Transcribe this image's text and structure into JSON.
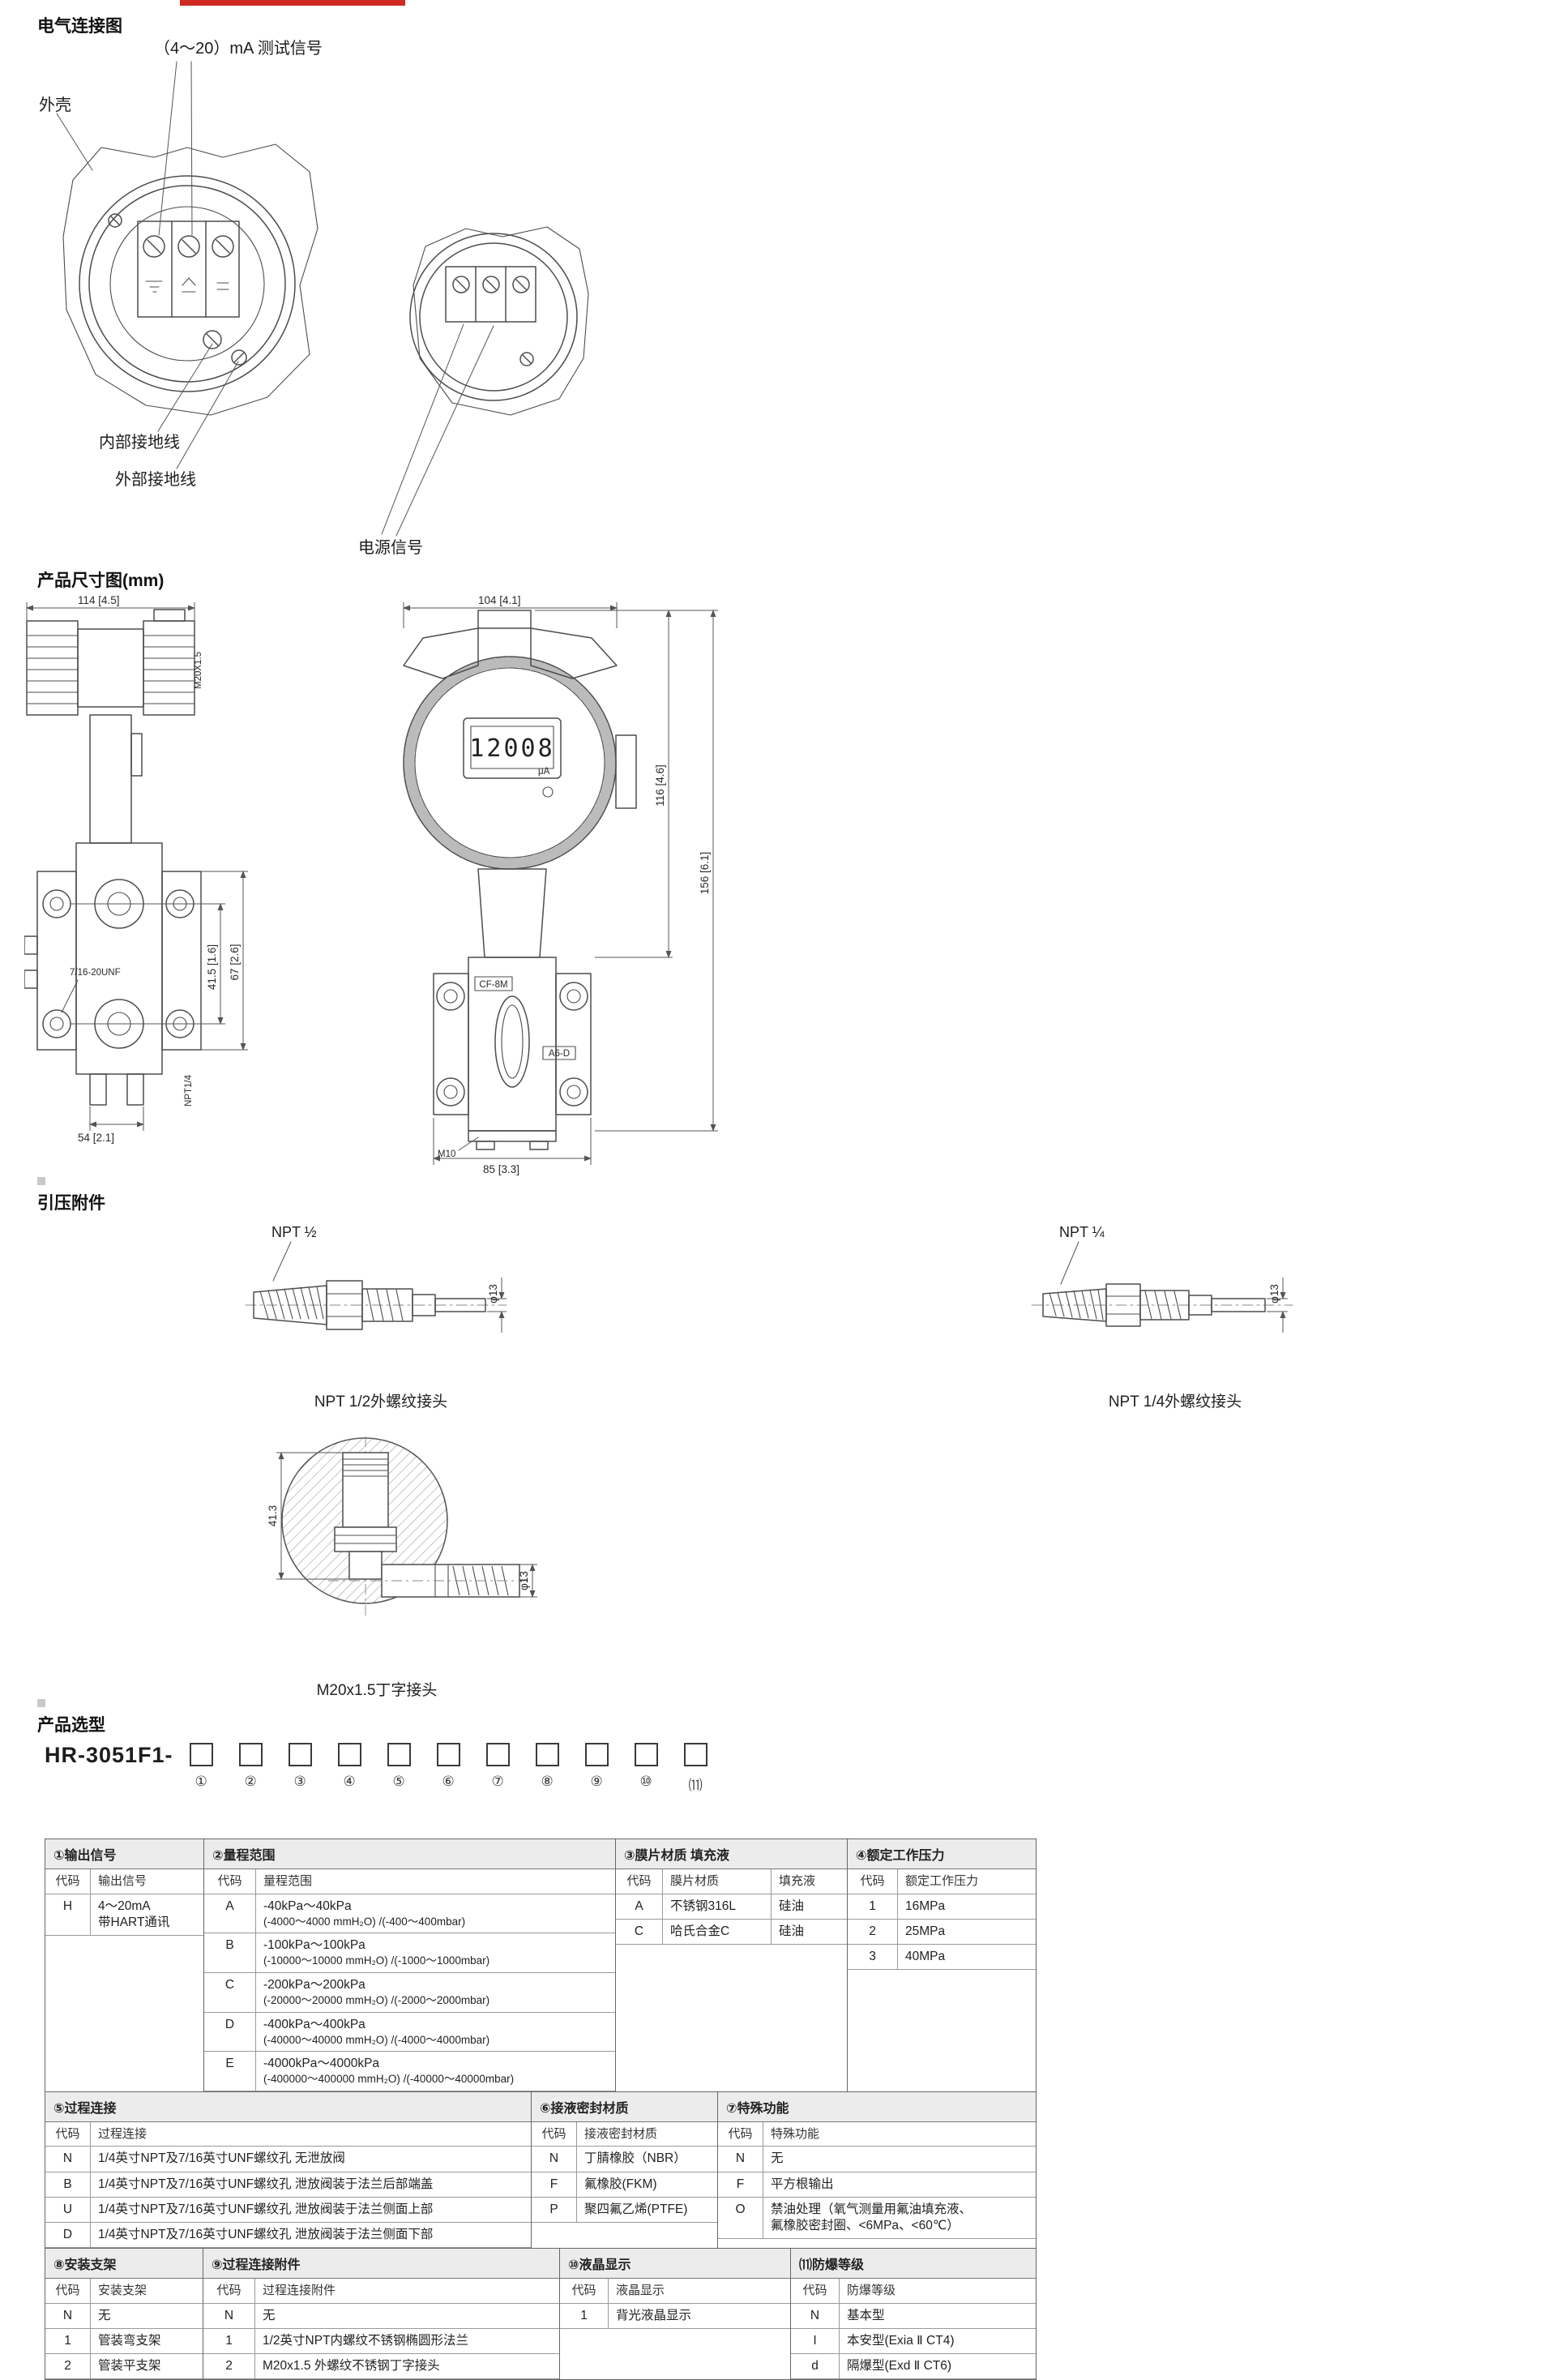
{
  "electrical": {
    "title": "电气连接图",
    "test_signal": "（4～20）mA 测试信号",
    "shell": "外壳",
    "internal_ground": "内部接地线",
    "external_ground": "外部接地线",
    "power_signal": "电源信号"
  },
  "dims": {
    "title": "产品尺寸图(mm)",
    "front_width": "114 [4.5]",
    "front_thread": "M20X1.5",
    "front_bolt": "7/16-20UNF",
    "front_h1": "41.5 [1.6]",
    "front_h2": "67 [2.6]",
    "front_bottom": "54 [2.1]",
    "front_npt": "NPT1/4",
    "side_width": "104 [4.1]",
    "lcd": "12008",
    "lcd_unit": "μA",
    "side_h1": "116 [4.6]",
    "side_h2": "156 [6.1]",
    "tag1": "CF-8M",
    "tag2": "A6-D",
    "m10": "M10",
    "side_bottom": "85 [3.3]"
  },
  "fittings": {
    "title": "引压附件",
    "npt12_label": "NPT ½",
    "npt14_label": "NPT ¼",
    "dia": "φ13",
    "m20_height": "41.3",
    "npt12_caption": "NPT 1/2外螺纹接头",
    "npt14_caption": "NPT 1/4外螺纹接头",
    "m20_caption": "M20x1.5丁字接头"
  },
  "selection": {
    "title": "产品选型",
    "model": "HR-3051F1-",
    "positions": [
      "①",
      "②",
      "③",
      "④",
      "⑤",
      "⑥",
      "⑦",
      "⑧",
      "⑨",
      "⑩",
      "⑾"
    ]
  },
  "table": {
    "s1": {
      "title": "①输出信号",
      "headers": [
        "代码",
        "输出信号"
      ],
      "rows": [
        [
          "H",
          "4～20mA",
          "带HART通讯"
        ]
      ]
    },
    "s2": {
      "title": "②量程范围",
      "headers": [
        "代码",
        "量程范围"
      ],
      "rows": [
        [
          "A",
          "-40kPa～40kPa",
          "(-4000～4000 mmH₂O)  /(-400～400mbar)"
        ],
        [
          "B",
          "-100kPa～100kPa",
          "(-10000～10000 mmH₂O) /(-1000～1000mbar)"
        ],
        [
          "C",
          "-200kPa～200kPa",
          "(-20000～20000 mmH₂O) /(-2000～2000mbar)"
        ],
        [
          "D",
          "-400kPa～400kPa",
          "(-40000～40000 mmH₂O) /(-4000～4000mbar)"
        ],
        [
          "E",
          "-4000kPa～4000kPa",
          "(-400000～400000 mmH₂O) /(-40000～40000mbar)"
        ]
      ]
    },
    "s3": {
      "title": "③膜片材质  填充液",
      "headers": [
        "代码",
        "膜片材质",
        "填充液"
      ],
      "rows": [
        [
          "A",
          "不锈钢316L",
          "硅油"
        ],
        [
          "C",
          "哈氏合金C",
          "硅油"
        ]
      ]
    },
    "s4": {
      "title": "④额定工作压力",
      "headers": [
        "代码",
        "额定工作压力"
      ],
      "rows": [
        [
          "1",
          "16MPa"
        ],
        [
          "2",
          "25MPa"
        ],
        [
          "3",
          "40MPa"
        ]
      ]
    },
    "s5": {
      "title": "⑤过程连接",
      "headers": [
        "代码",
        "过程连接"
      ],
      "rows": [
        [
          "N",
          "1/4英寸NPT及7/16英寸UNF螺纹孔 无泄放阀"
        ],
        [
          "B",
          "1/4英寸NPT及7/16英寸UNF螺纹孔 泄放阀装于法兰后部端盖"
        ],
        [
          "U",
          "1/4英寸NPT及7/16英寸UNF螺纹孔 泄放阀装于法兰侧面上部"
        ],
        [
          "D",
          "1/4英寸NPT及7/16英寸UNF螺纹孔 泄放阀装于法兰侧面下部"
        ]
      ]
    },
    "s6": {
      "title": "⑥接液密封材质",
      "headers": [
        "代码",
        "接液密封材质"
      ],
      "rows": [
        [
          "N",
          "丁腈橡胶（NBR）"
        ],
        [
          "F",
          "氟橡胶(FKM)"
        ],
        [
          "P",
          "聚四氟乙烯(PTFE)"
        ]
      ]
    },
    "s7": {
      "title": "⑦特殊功能",
      "headers": [
        "代码",
        "特殊功能"
      ],
      "rows": [
        [
          "N",
          "无"
        ],
        [
          "F",
          "平方根输出"
        ],
        [
          "O",
          "禁油处理（氧气测量用氟油填充液、",
          "氟橡胶密封圈、<6MPa、<60℃）"
        ]
      ]
    },
    "s8": {
      "title": "⑧安装支架",
      "headers": [
        "代码",
        "安装支架"
      ],
      "rows": [
        [
          "N",
          "无"
        ],
        [
          "1",
          "管装弯支架"
        ],
        [
          "2",
          "管装平支架"
        ]
      ]
    },
    "s9": {
      "title": "⑨过程连接附件",
      "headers": [
        "代码",
        "过程连接附件"
      ],
      "rows": [
        [
          "N",
          "无"
        ],
        [
          "1",
          "1/2英寸NPT内螺纹不锈钢椭圆形法兰"
        ],
        [
          "2",
          "M20x1.5 外螺纹不锈钢丁字接头"
        ]
      ]
    },
    "s10": {
      "title": "⑩液晶显示",
      "headers": [
        "代码",
        "液晶显示"
      ],
      "rows": [
        [
          "1",
          "背光液晶显示"
        ]
      ]
    },
    "s11": {
      "title": "⑾防爆等级",
      "headers": [
        "代码",
        "防爆等级"
      ],
      "rows": [
        [
          "N",
          "基本型"
        ],
        [
          "I",
          "本安型(Exia Ⅱ CT4)"
        ],
        [
          "d",
          "隔爆型(Exd Ⅱ CT6)"
        ]
      ]
    }
  }
}
